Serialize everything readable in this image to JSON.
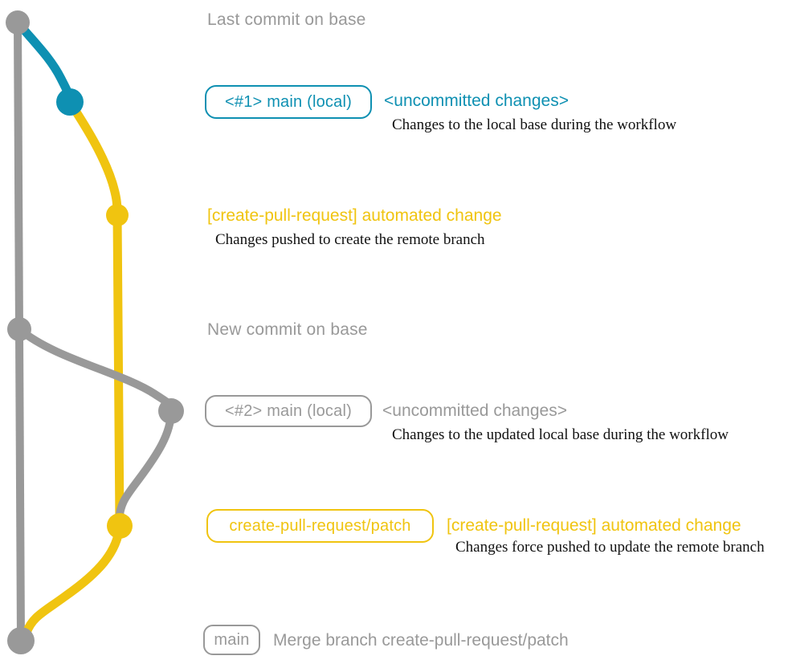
{
  "colors": {
    "teal": "#0e90b2",
    "yellow": "#f0c410",
    "gray": "#999999",
    "ink": "#111111",
    "bg": "#ffffff"
  },
  "graph": {
    "commits": [
      {
        "id": "last-commit-on-base",
        "color": "gray"
      },
      {
        "id": "main-1-uncommitted",
        "color": "teal"
      },
      {
        "id": "cpr-automated-change-1",
        "color": "yellow"
      },
      {
        "id": "new-commit-on-base",
        "color": "gray"
      },
      {
        "id": "main-2-uncommitted",
        "color": "gray"
      },
      {
        "id": "cpr-automated-change-2",
        "color": "yellow"
      },
      {
        "id": "merge-commit",
        "color": "gray"
      }
    ],
    "branches": [
      {
        "id": "base-branch",
        "color": "gray"
      },
      {
        "id": "local-main-1",
        "color": "teal"
      },
      {
        "id": "create-pull-request-patch",
        "color": "yellow"
      },
      {
        "id": "local-main-2",
        "color": "gray"
      }
    ]
  },
  "annotations": {
    "last_commit_label": "Last commit on base",
    "new_commit_label": "New commit on base",
    "row_main1": {
      "pill": "<#1> main (local)",
      "status": "<uncommitted changes>",
      "caption": "Changes to the local base during the workflow"
    },
    "row_cpr1": {
      "title": "[create-pull-request] automated change",
      "caption": "Changes pushed to create the remote branch"
    },
    "row_main2": {
      "pill": "<#2> main (local)",
      "status": "<uncommitted changes>",
      "caption": "Changes to the updated local base during the workflow"
    },
    "row_cpr2": {
      "pill": "create-pull-request/patch",
      "title": "[create-pull-request] automated change",
      "caption": "Changes force pushed to update the remote branch"
    },
    "row_merge": {
      "pill": "main",
      "title": "Merge branch create-pull-request/patch"
    }
  }
}
